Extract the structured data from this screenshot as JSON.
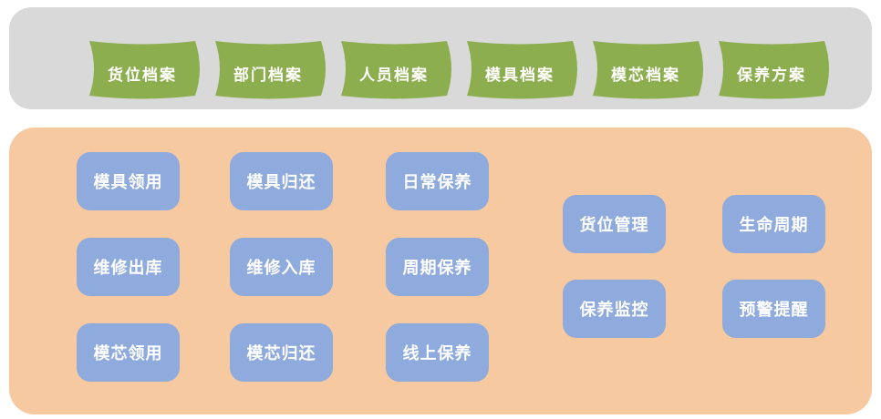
{
  "colors": {
    "top_bar_bg": "#d9d9d9",
    "banner_green": "#8cae4e",
    "panel_orange": "#f6c9a0",
    "button_blue": "#8faadc",
    "label_text": "#ffffff"
  },
  "top_bar": {
    "banners": [
      {
        "id": "location-archive",
        "label": "货位档案"
      },
      {
        "id": "department-archive",
        "label": "部门档案"
      },
      {
        "id": "personnel-archive",
        "label": "人员档案"
      },
      {
        "id": "mold-archive",
        "label": "模具档案"
      },
      {
        "id": "mold-core-archive",
        "label": "模芯档案"
      },
      {
        "id": "maintenance-plan",
        "label": "保养方案"
      }
    ]
  },
  "main_panel": {
    "left_grid": {
      "columns": [
        {
          "items": [
            "模具领用",
            "维修出库",
            "模芯领用"
          ]
        },
        {
          "items": [
            "模具归还",
            "维修入库",
            "模芯归还"
          ]
        },
        {
          "items": [
            "日常保养",
            "周期保养",
            "线上保养"
          ]
        }
      ]
    },
    "right_grid": {
      "columns": [
        {
          "items": [
            "货位管理",
            "保养监控"
          ]
        },
        {
          "items": [
            "生命周期",
            "预警提醒"
          ]
        }
      ]
    }
  }
}
